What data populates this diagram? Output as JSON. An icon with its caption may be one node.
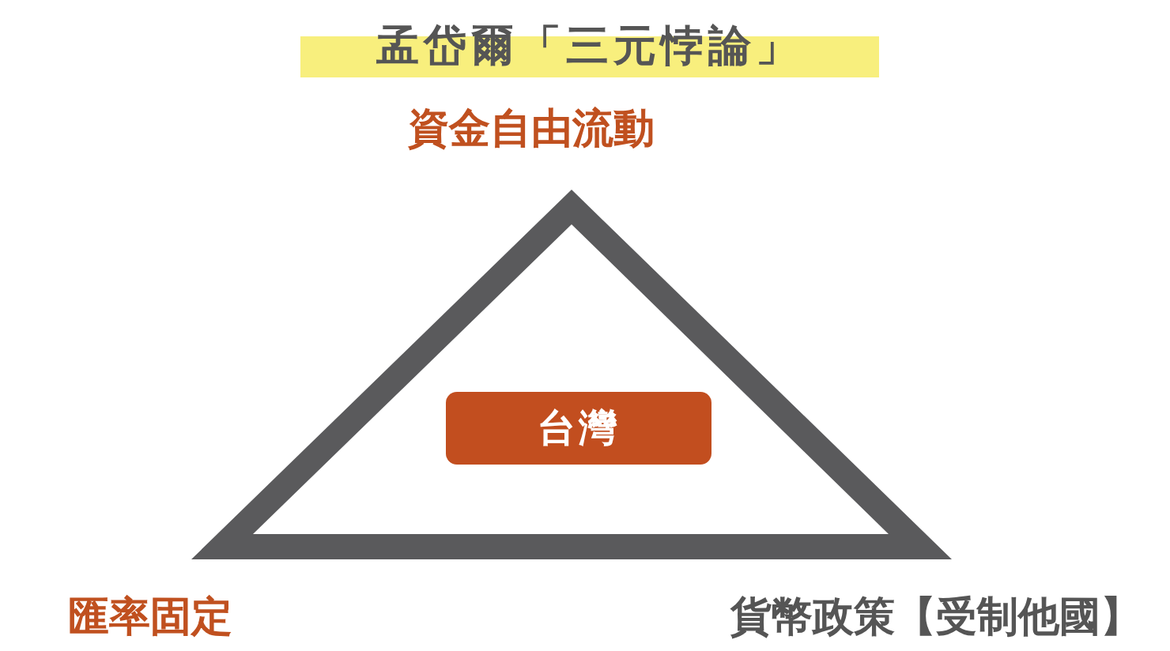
{
  "diagram": {
    "title": "孟岱爾「三元悖論」",
    "nodes": [
      {
        "text": [],
        "shape": "triangle",
        "beside": [
          "資金自由流動",
          "匯率固定",
          "貨幣政策【受制他國】"
        ]
      },
      {
        "text": [
          "台灣"
        ],
        "in": 0
      }
    ]
  }
}
